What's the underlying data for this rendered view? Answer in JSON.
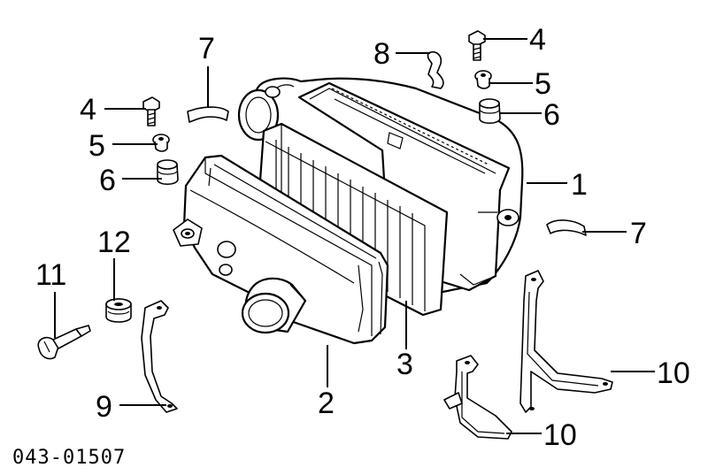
{
  "diagram": {
    "catalog_number": "043-01507",
    "callouts": [
      {
        "id": "c1",
        "label": "1"
      },
      {
        "id": "c2",
        "label": "2"
      },
      {
        "id": "c3",
        "label": "3"
      },
      {
        "id": "c4a",
        "label": "4"
      },
      {
        "id": "c4b",
        "label": "4"
      },
      {
        "id": "c5a",
        "label": "5"
      },
      {
        "id": "c5b",
        "label": "5"
      },
      {
        "id": "c6a",
        "label": "6"
      },
      {
        "id": "c6b",
        "label": "6"
      },
      {
        "id": "c7a",
        "label": "7"
      },
      {
        "id": "c7b",
        "label": "7"
      },
      {
        "id": "c8",
        "label": "8"
      },
      {
        "id": "c9",
        "label": "9"
      },
      {
        "id": "c10a",
        "label": "10"
      },
      {
        "id": "c10b",
        "label": "10"
      },
      {
        "id": "c11",
        "label": "11"
      },
      {
        "id": "c12",
        "label": "12"
      }
    ]
  }
}
